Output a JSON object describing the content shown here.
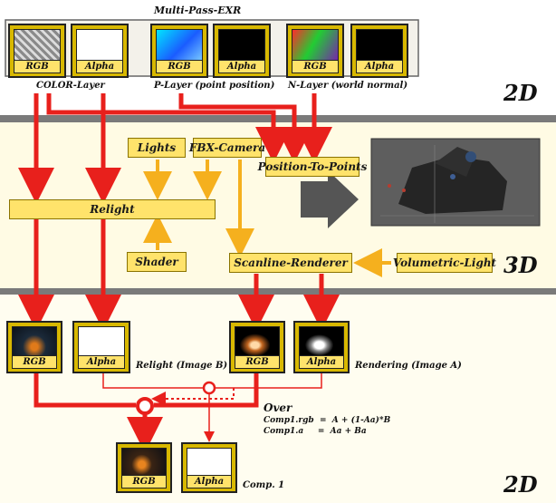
{
  "header": {
    "exr_title": "Multi-Pass-EXR"
  },
  "layers": {
    "color": "COLOR-Layer",
    "position": "P-Layer (point position)",
    "normal": "N-Layer (world normal)"
  },
  "thumb_captions": {
    "rgb": "RGB",
    "alpha": "Alpha"
  },
  "nodes": {
    "lights": "Lights",
    "fbx_camera": "FBX-Camera",
    "position_to_points": "Position-To-Points",
    "relight": "Relight",
    "shader": "Shader",
    "scanline_renderer": "Scanline-Renderer",
    "volumetric_light": "Volumetric-Light"
  },
  "sections": {
    "top": "2D",
    "middle": "3D",
    "bottom": "2D"
  },
  "outputs": {
    "relight_image": "Relight (Image B)",
    "rendering_image": "Rendering (Image A)",
    "comp": "Comp. 1"
  },
  "over": {
    "title": "Over",
    "formula_rgb": "Comp1.rgb  =  A + (1-Aa)*B",
    "formula_a": "Comp1.a     =  Aa + Ba"
  },
  "colors": {
    "arrow_red": "#e8201c",
    "arrow_orange": "#f5b01e",
    "node_fill": "#ffe36b",
    "divider": "#7a7a7a"
  }
}
